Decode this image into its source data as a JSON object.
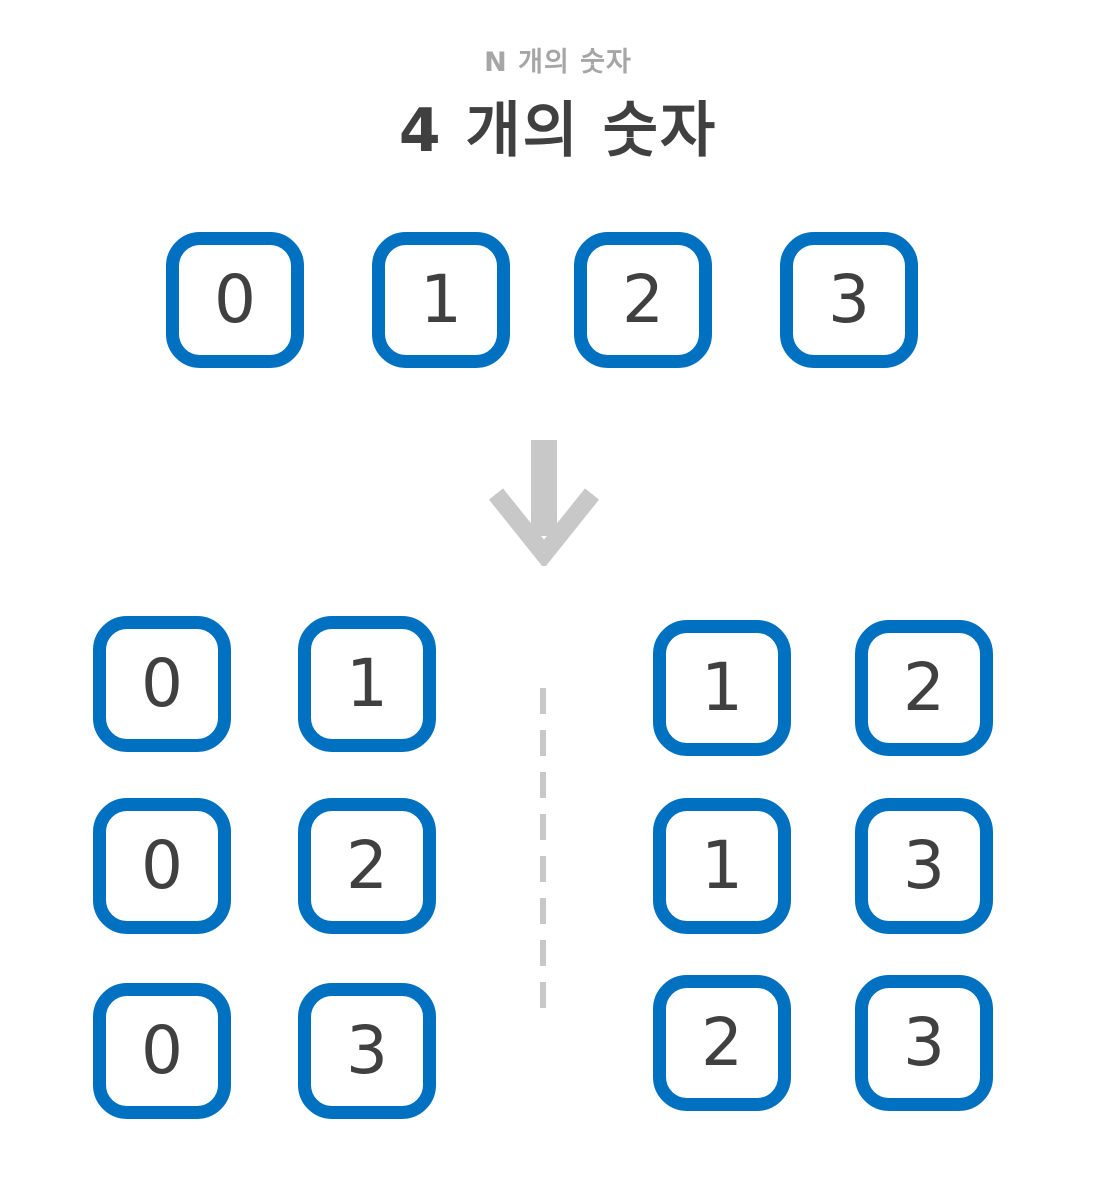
{
  "header": {
    "subtitle": "N 개의 숫자",
    "title": "4 개의 숫자"
  },
  "input_numbers": [
    "0",
    "1",
    "2",
    "3"
  ],
  "pairs_left": [
    [
      "0",
      "1"
    ],
    [
      "0",
      "2"
    ],
    [
      "0",
      "3"
    ]
  ],
  "pairs_right": [
    [
      "1",
      "2"
    ],
    [
      "1",
      "3"
    ],
    [
      "2",
      "3"
    ]
  ],
  "colors": {
    "box_border": "#0070c0",
    "number_text": "#404040",
    "arrow": "#c8c8c8",
    "divider": "#c8c8c8",
    "subtitle": "#a6a6a6",
    "title": "#404040"
  },
  "icons": {
    "arrow": "arrow-down-icon"
  }
}
